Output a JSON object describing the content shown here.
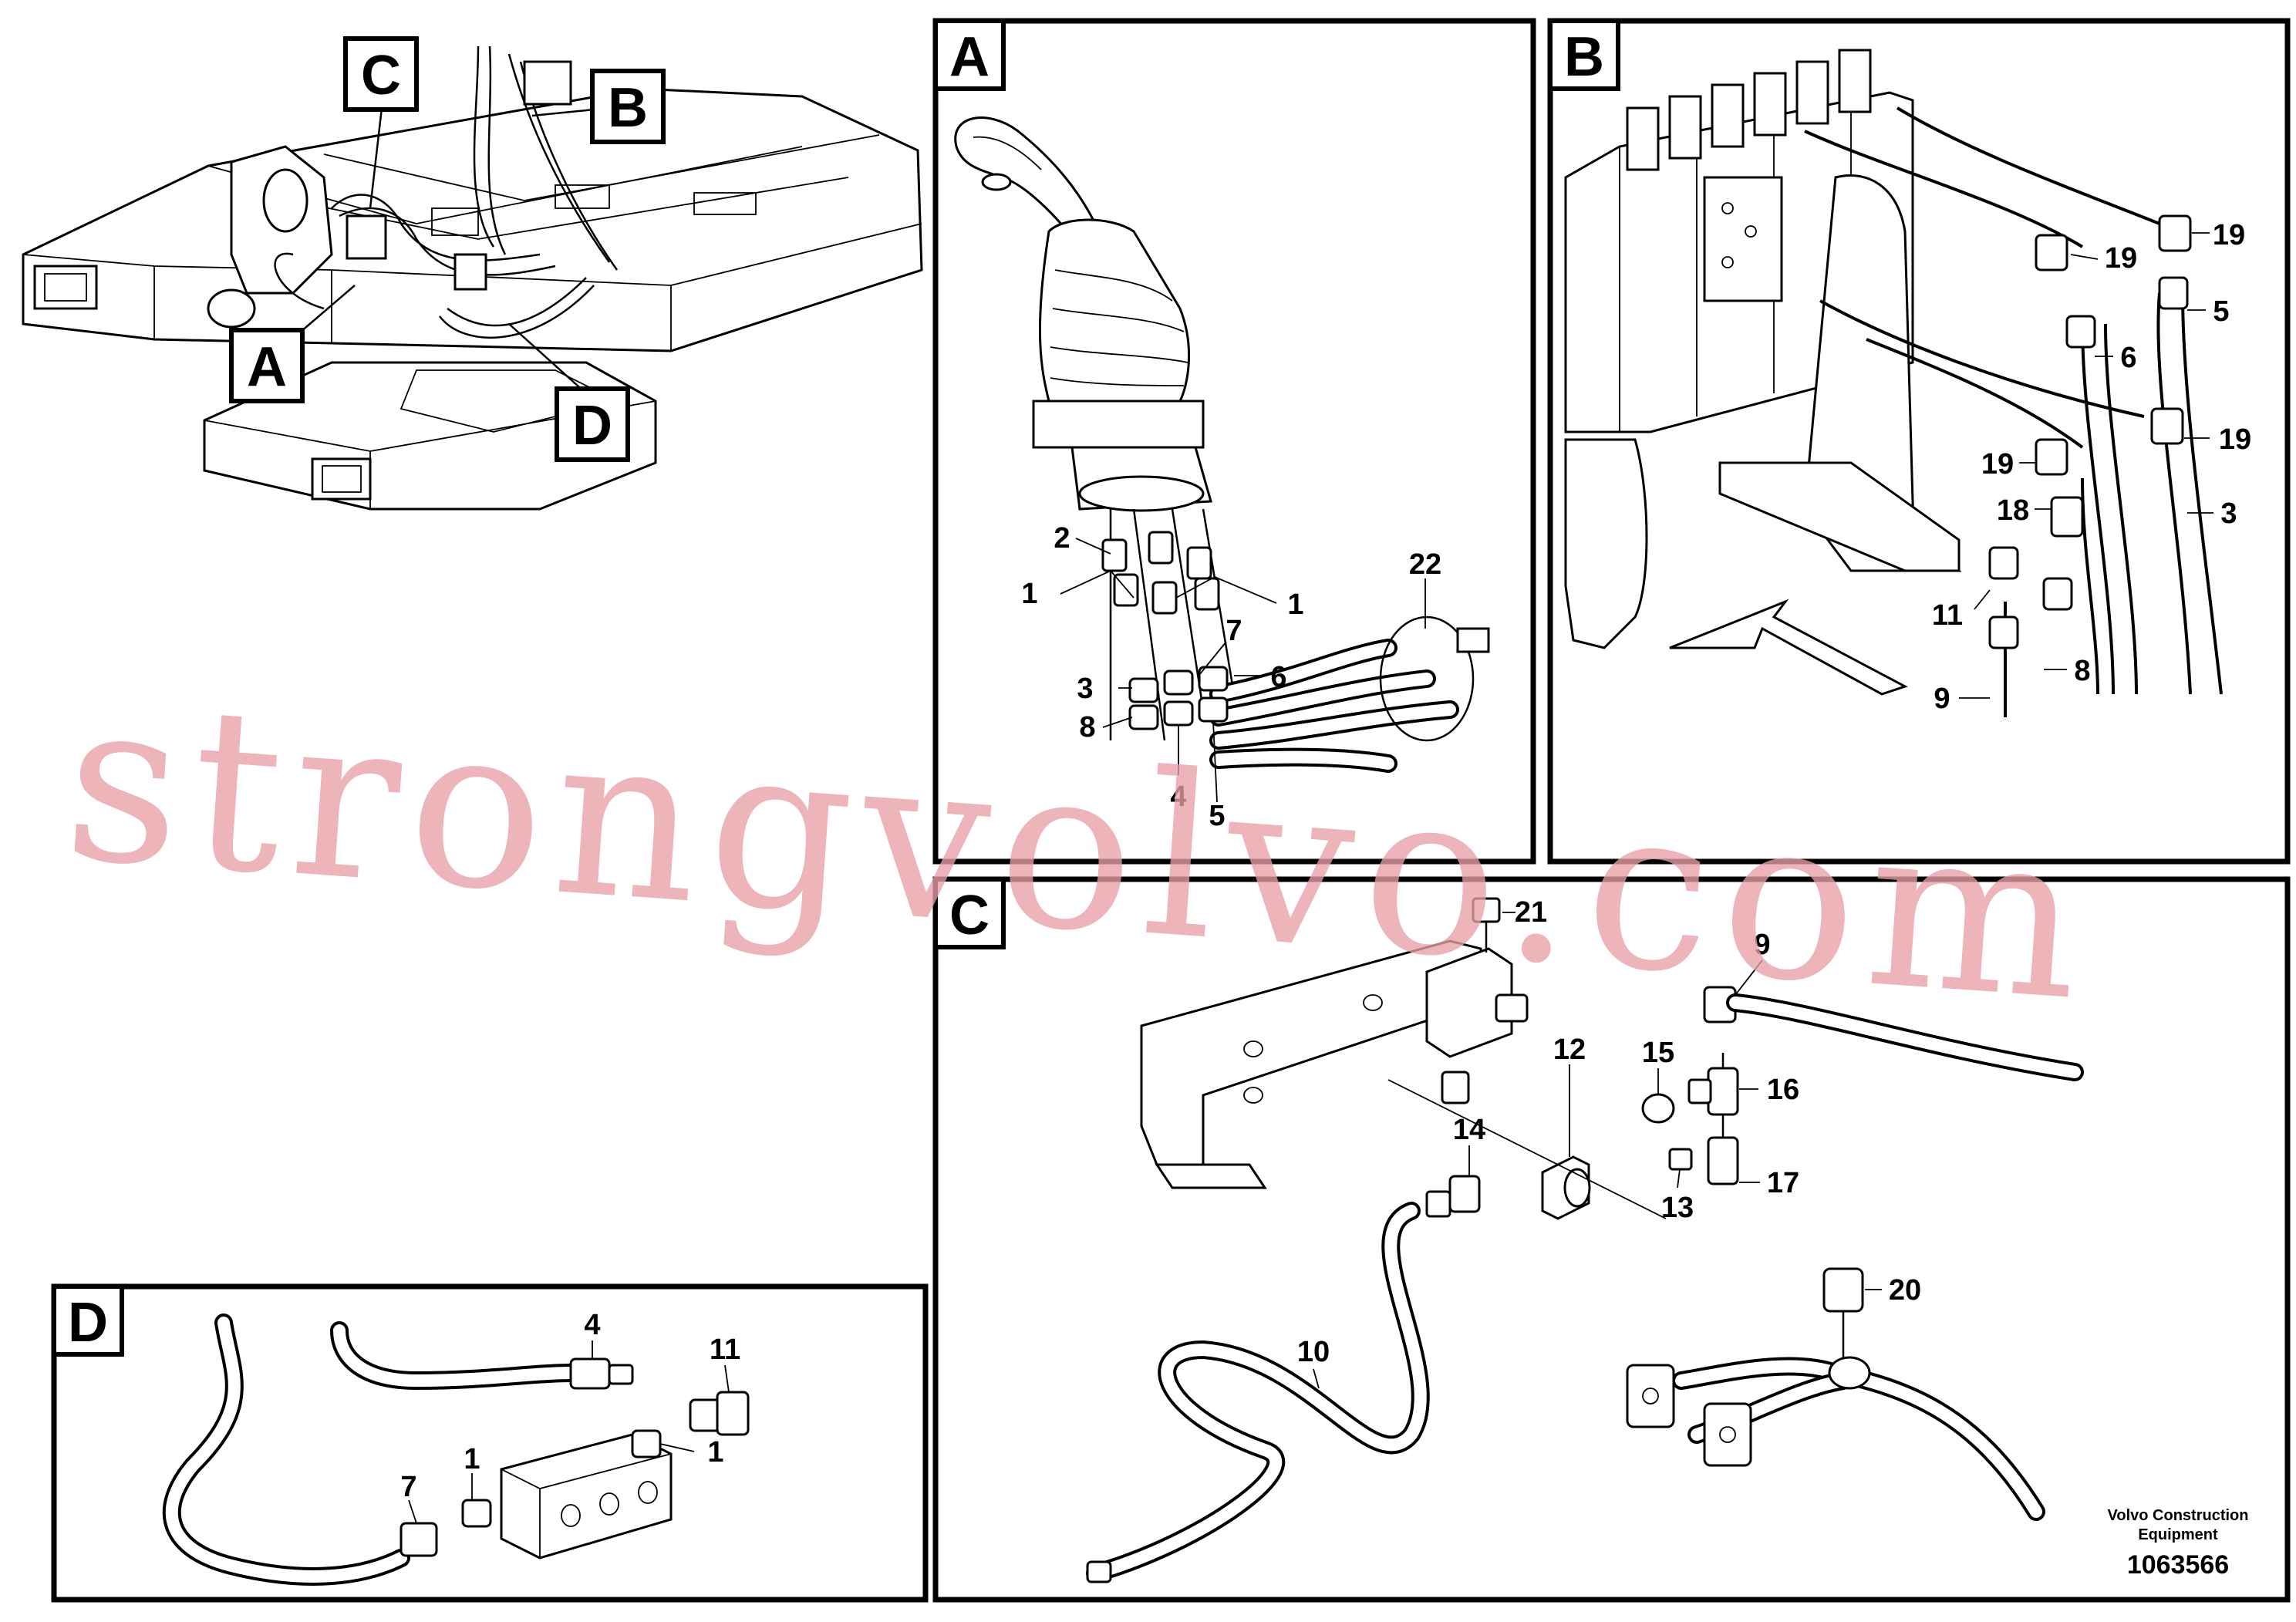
{
  "overview": {
    "callouts": [
      "C",
      "B",
      "A",
      "D"
    ]
  },
  "panels": {
    "A": {
      "tag": "A",
      "labels": [
        "2",
        "1",
        "1",
        "22",
        "7",
        "3",
        "6",
        "8",
        "4",
        "5"
      ]
    },
    "B": {
      "tag": "B",
      "labels": [
        "19",
        "19",
        "5",
        "6",
        "19",
        "19",
        "18",
        "3",
        "11",
        "8",
        "9"
      ]
    },
    "C": {
      "tag": "C",
      "labels": [
        "21",
        "9",
        "12",
        "15",
        "16",
        "14",
        "13",
        "17",
        "20",
        "10"
      ]
    },
    "D": {
      "tag": "D",
      "labels": [
        "4",
        "11",
        "1",
        "1",
        "7"
      ]
    }
  },
  "footer": {
    "credit_line1": "Volvo Construction",
    "credit_line2": "Equipment",
    "document_number": "1063566"
  },
  "watermark": "strongvolvo.com"
}
